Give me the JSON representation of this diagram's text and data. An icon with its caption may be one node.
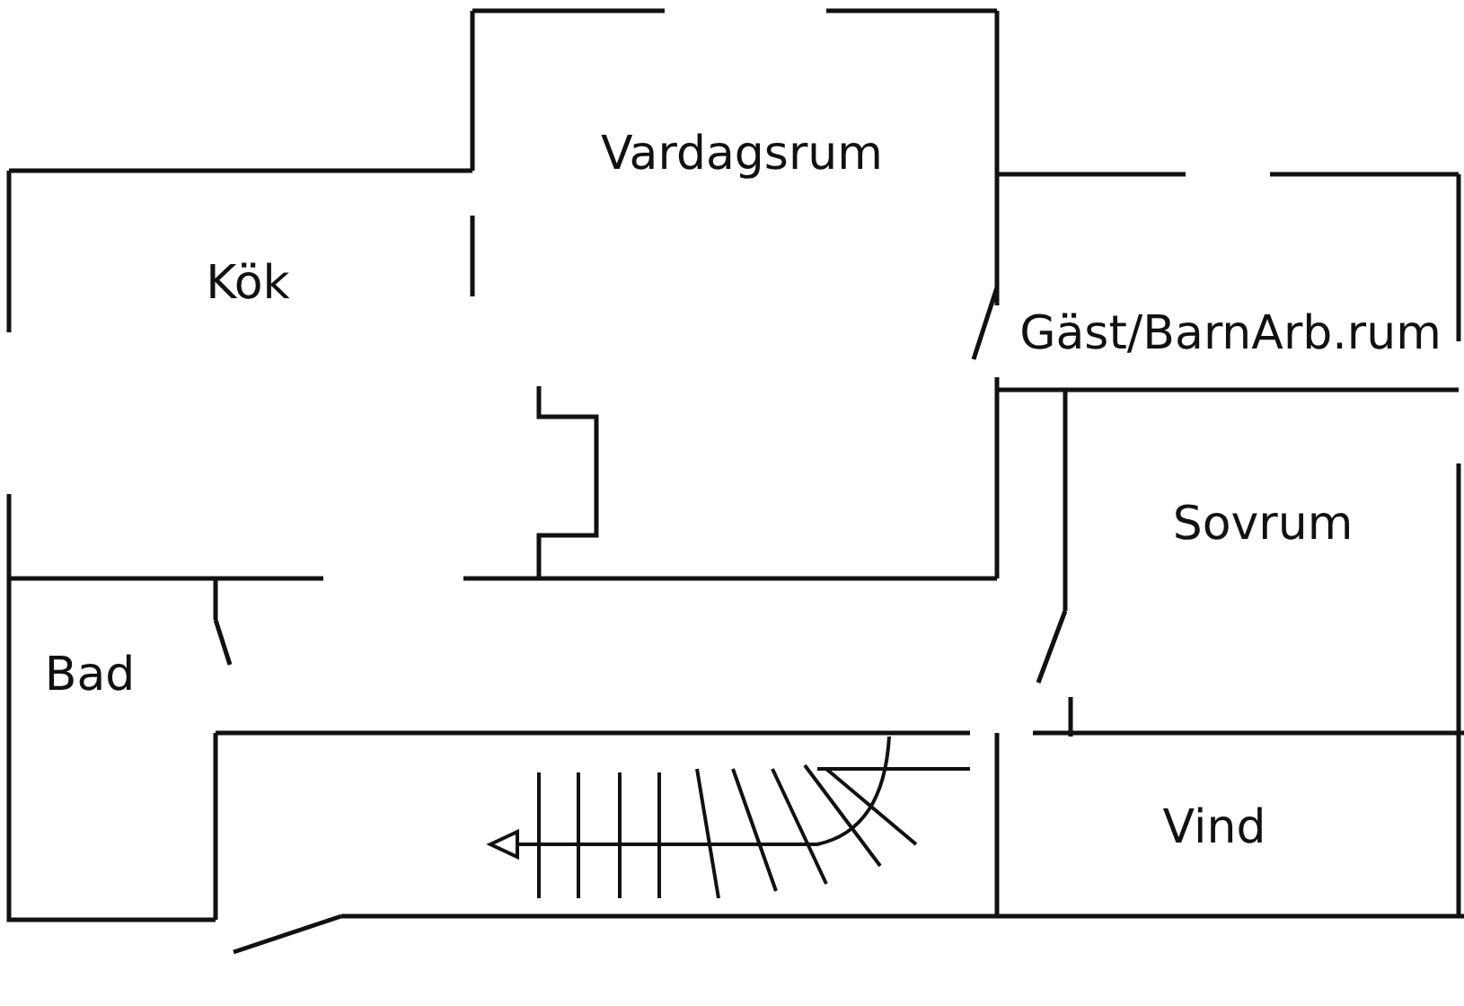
{
  "diagram": {
    "labels": [
      "Vardagsrum",
      "Kök",
      "Gäst/BarnArb.rum",
      "Sovrum",
      "Bad",
      "Vind"
    ]
  }
}
